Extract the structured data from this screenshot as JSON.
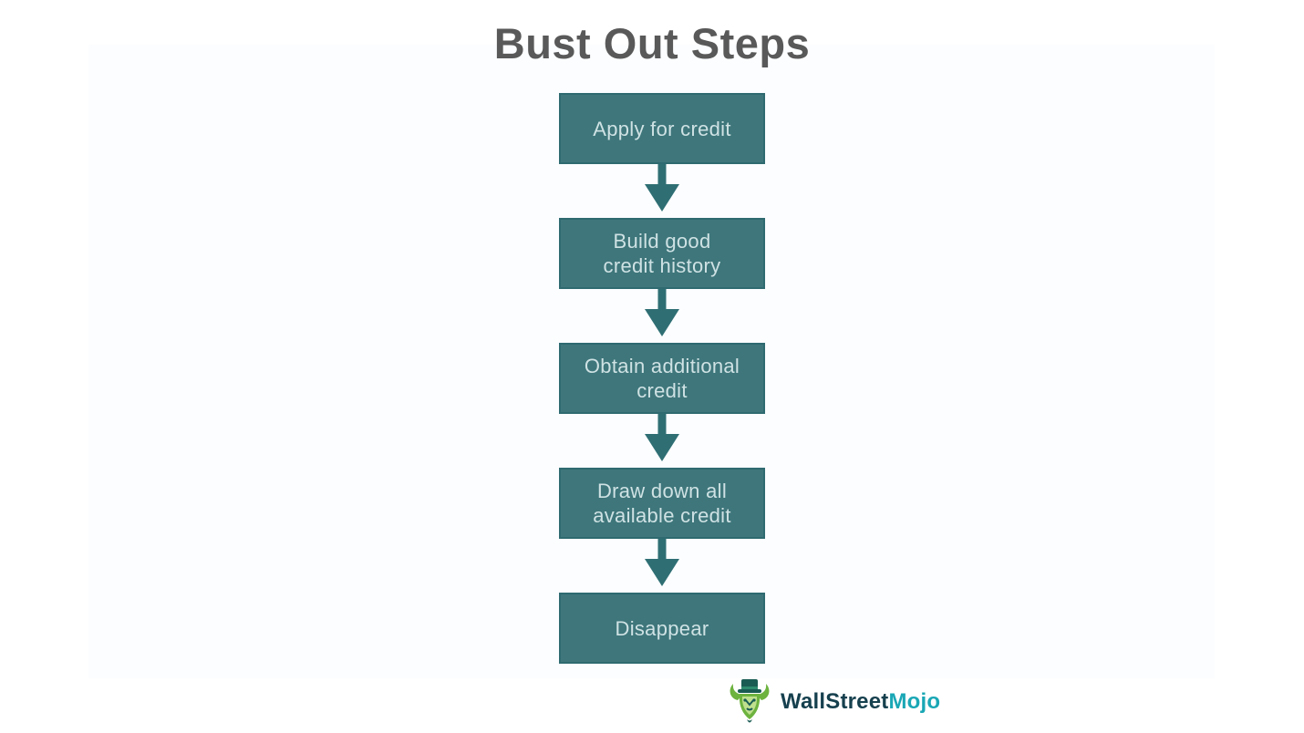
{
  "page": {
    "title": "Bust Out Steps"
  },
  "flowchart": {
    "direction": "top-down",
    "steps": [
      {
        "id": 1,
        "lines": [
          "Apply for credit"
        ]
      },
      {
        "id": 2,
        "lines": [
          "Build good",
          "credit history"
        ]
      },
      {
        "id": 3,
        "lines": [
          "Obtain additional",
          "credit"
        ]
      },
      {
        "id": 4,
        "lines": [
          "Draw down all",
          "available credit"
        ]
      },
      {
        "id": 5,
        "lines": [
          "Disappear"
        ]
      }
    ]
  },
  "branding": {
    "logo_text_primary": "WallStreet",
    "logo_text_accent": "Mojo",
    "logo_icon": "bull-with-top-hat-icon"
  },
  "colors": {
    "title": "#595959",
    "panel_bg": "#fbfdff",
    "box_fill": "#3e767b",
    "box_border": "#2e6a70",
    "box_text": "#cfe2e4",
    "arrow": "#2f6f74",
    "logo_dark": "#16404e",
    "logo_accent": "#1aa7b5",
    "logo_green": "#6db33f",
    "logo_hat": "#1a5c54"
  }
}
